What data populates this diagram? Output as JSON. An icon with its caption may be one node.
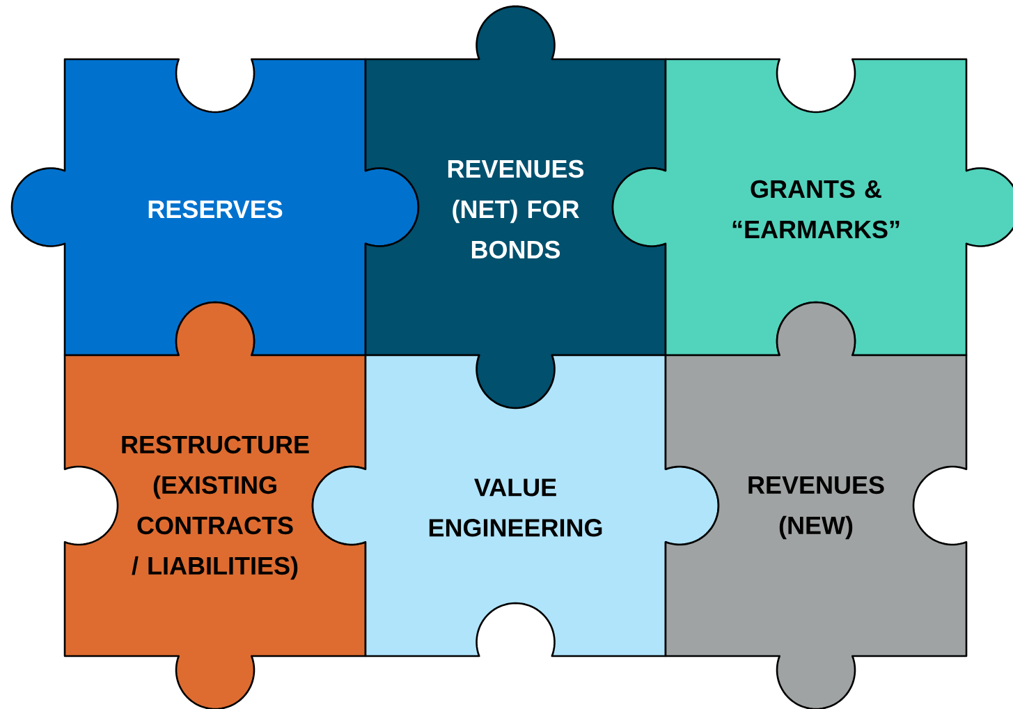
{
  "diagram": {
    "nodes": [
      {
        "text": [
          "RESERVES"
        ]
      },
      {
        "text": [
          "REVENUES (NET) FOR BONDS"
        ]
      },
      {
        "text": [
          "GRANTS & “EARMARKS”"
        ]
      },
      {
        "text": [
          "RESTRUCTURE (EXISTING CONTRACTS / LIABILITIES)"
        ]
      },
      {
        "text": [
          "VALUE ENGINEERING"
        ]
      },
      {
        "text": [
          "REVENUES (NEW)"
        ]
      }
    ]
  }
}
